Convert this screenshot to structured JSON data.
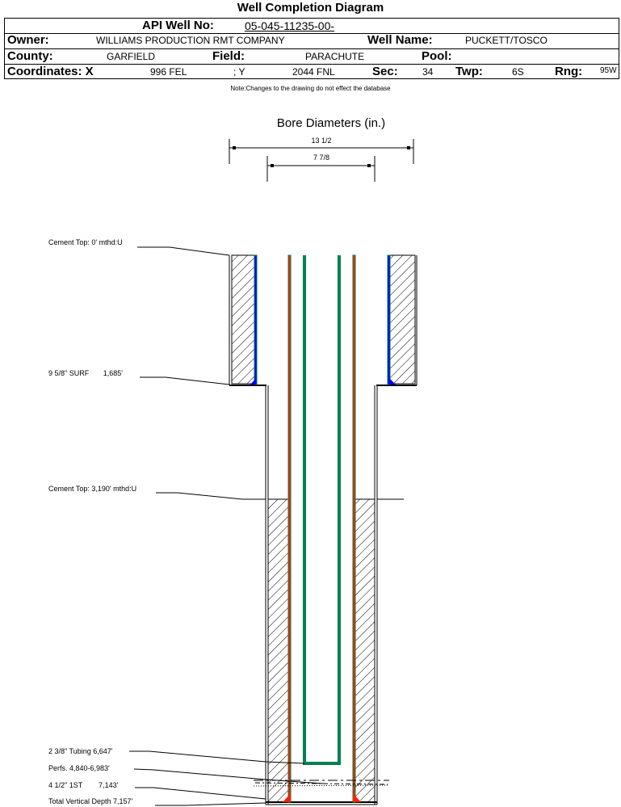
{
  "header": {
    "title": "Well Completion Diagram",
    "api_label": "API Well No:",
    "api_value": "05-045-11235-00-",
    "owner_label": "Owner:",
    "owner_value": "WILLIAMS PRODUCTION RMT COMPANY",
    "well_name_label": "Well Name:",
    "well_name_value": "PUCKETT/TOSCO",
    "county_label": "County:",
    "county_value": "GARFIELD",
    "field_label": "Field:",
    "field_value": "PARACHUTE",
    "pool_label": "Pool:",
    "pool_value": "",
    "coord_label": "Coordinates: X",
    "coord_x_value": "996 FEL",
    "coord_y_label": "; Y",
    "coord_y_value": "2044 FNL",
    "sec_label": "Sec:",
    "sec_value": "34",
    "twp_label": "Twp:",
    "twp_value": "6S",
    "rng_label": "Rng:",
    "rng_value": "95W"
  },
  "note": "Note:Changes to the drawing do not effect the database",
  "diagram": {
    "bore_title": "Bore Diameters (in.)",
    "bore_diameters": [
      "13 1/2",
      "7 7/8"
    ],
    "labels": {
      "cement_top_1": "Cement Top: 0' mthd:U",
      "surface_casing": "9 5/8\" SURF       1,685'",
      "cement_top_2": "Cement Top: 3,190' mthd:U",
      "tubing": "2 3/8\" Tubing 6,647'",
      "perfs": "Perfs. 4,840-6,983'",
      "production_casing": "4 1/2\" 1ST        7,143'",
      "total_depth": "Total Vertical Depth 7,157'"
    },
    "colors": {
      "casing_green": "#008040",
      "casing_red": "#ff2000",
      "casing_blue": "#0000ff",
      "line": "#000000"
    }
  }
}
